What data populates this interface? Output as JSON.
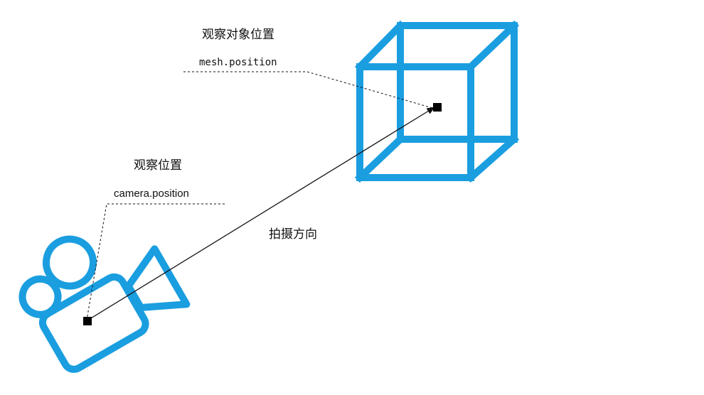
{
  "colors": {
    "accent": "#1a9ee0",
    "ink": "#111111",
    "background": "#ffffff"
  },
  "target": {
    "title": "观察对象位置",
    "code": "mesh.position"
  },
  "camera": {
    "title": "观察位置",
    "code": "camera.position"
  },
  "direction": {
    "label": "拍摄方向"
  },
  "icons": [
    "cube-icon",
    "camera-icon"
  ]
}
